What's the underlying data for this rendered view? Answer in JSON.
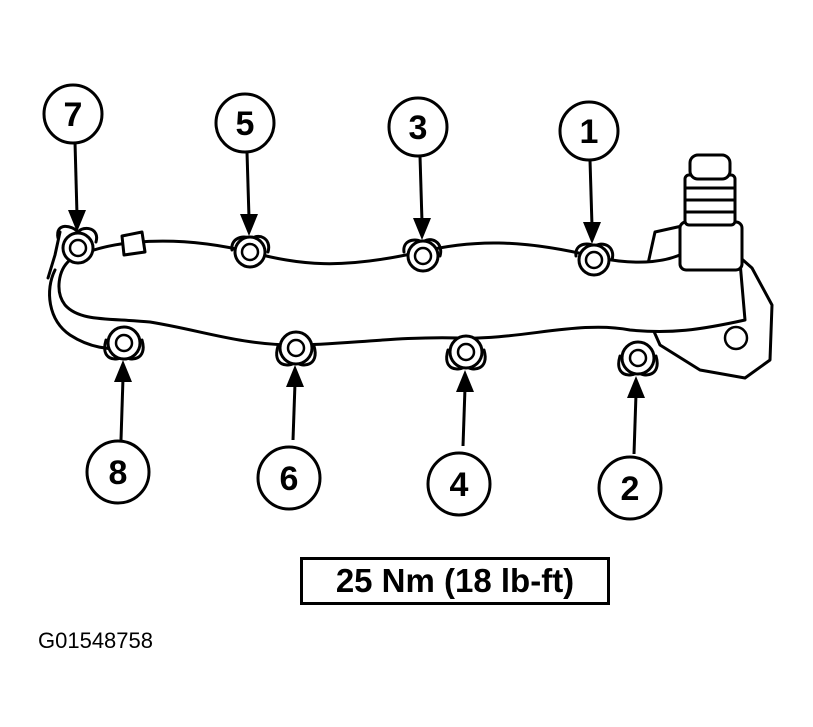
{
  "callouts": {
    "c1": "1",
    "c2": "2",
    "c3": "3",
    "c4": "4",
    "c5": "5",
    "c6": "6",
    "c7": "7",
    "c8": "8"
  },
  "torque_spec": "25 Nm (18 lb-ft)",
  "figure_id": "G01548758"
}
